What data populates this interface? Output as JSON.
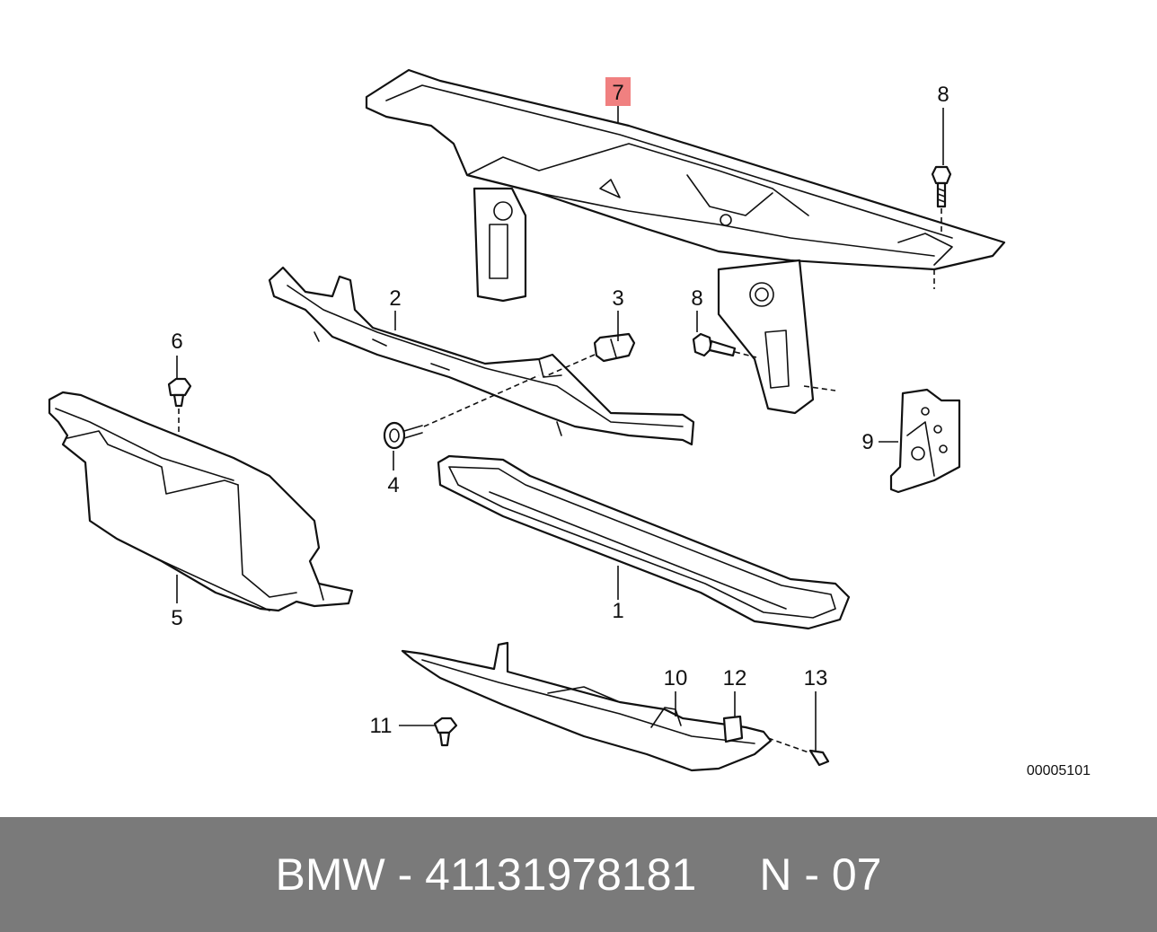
{
  "diagram": {
    "callouts": {
      "c1": "1",
      "c2": "2",
      "c3": "3",
      "c4": "4",
      "c5": "5",
      "c6": "6",
      "c7": "7",
      "c8a": "8",
      "c8b": "8",
      "c9": "9",
      "c10": "10",
      "c11": "11",
      "c12": "12",
      "c13": "13"
    },
    "highlight_color": "#f08080",
    "reference_code": "00005101"
  },
  "footer": {
    "brand": "BMW",
    "part_number": "41131978181",
    "position": "N - 07",
    "background": "#7a7a7a"
  }
}
